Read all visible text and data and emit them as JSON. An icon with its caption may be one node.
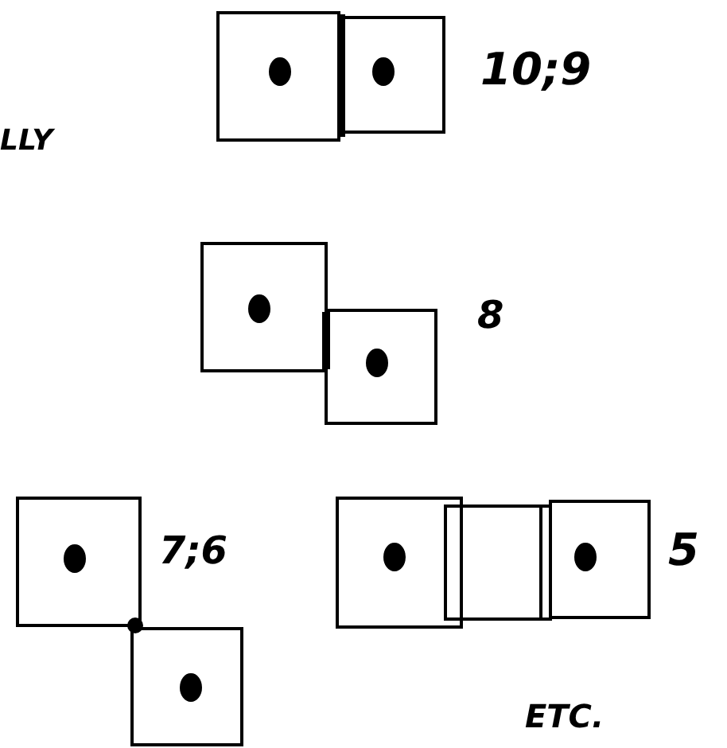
{
  "diagram": {
    "labels": [
      "LLY",
      "10;9",
      "8",
      "7;6",
      "5",
      "ETC."
    ]
  }
}
